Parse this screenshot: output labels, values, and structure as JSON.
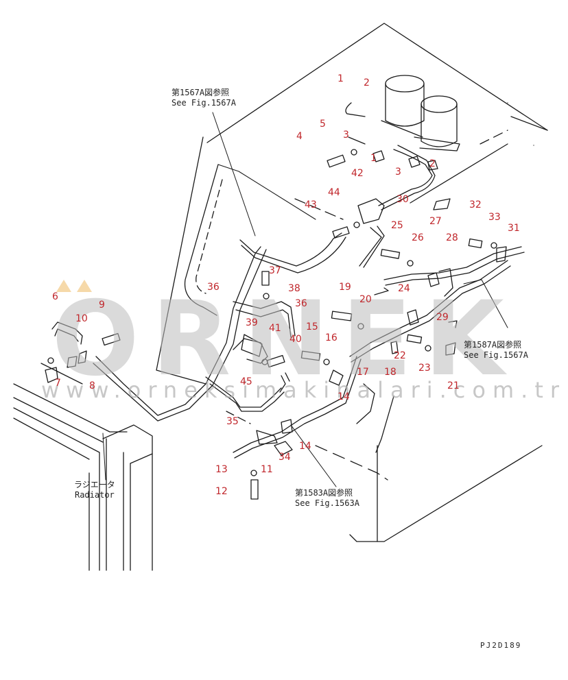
{
  "watermark": {
    "brand": "ORNEK",
    "url": "www.orneksimakinalari.com.tr",
    "accent_color": "#f0c070"
  },
  "references": {
    "top_left": {
      "jp": "第1567A図参照",
      "en": "See Fig.1567A"
    },
    "right": {
      "jp": "第1587A図参照",
      "en": "See Fig.1567A"
    },
    "bottom": {
      "jp": "第1583A図参照",
      "en": "See Fig.1563A"
    },
    "radiator": {
      "jp": "ラジエータ",
      "en": "Radiator"
    }
  },
  "drawing_code": "PJ2D189",
  "part_numbers": [
    "1",
    "2",
    "5",
    "3",
    "4",
    "1",
    "2",
    "3",
    "42",
    "44",
    "30",
    "43",
    "27",
    "32",
    "33",
    "25",
    "26",
    "28",
    "31",
    "37",
    "38",
    "36",
    "36",
    "19",
    "20",
    "24",
    "39",
    "41",
    "15",
    "16",
    "40",
    "6",
    "9",
    "10",
    "29",
    "7",
    "8",
    "22",
    "23",
    "17",
    "18",
    "21",
    "45",
    "14",
    "35",
    "14",
    "34",
    "13",
    "11",
    "12"
  ],
  "colors": {
    "line": "#1a1a1a",
    "label": "#c0262b",
    "watermark": "#bcbcbc"
  }
}
